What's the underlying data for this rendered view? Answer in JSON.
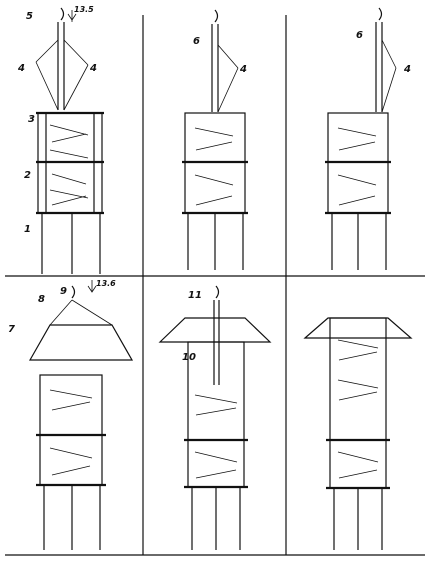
{
  "panels": [
    {
      "id": "panel-1",
      "labels": [
        "5",
        "4",
        "4",
        "3",
        "2",
        "1"
      ],
      "elevation": "13.5"
    },
    {
      "id": "panel-2",
      "labels": [
        "6",
        "4"
      ]
    },
    {
      "id": "panel-3",
      "labels": [
        "6",
        "4"
      ]
    },
    {
      "id": "panel-4",
      "labels": [
        "7",
        "8",
        "9"
      ],
      "elevation": "13.6"
    },
    {
      "id": "panel-5",
      "labels": [
        "11",
        "10"
      ]
    },
    {
      "id": "panel-6",
      "labels": []
    }
  ]
}
